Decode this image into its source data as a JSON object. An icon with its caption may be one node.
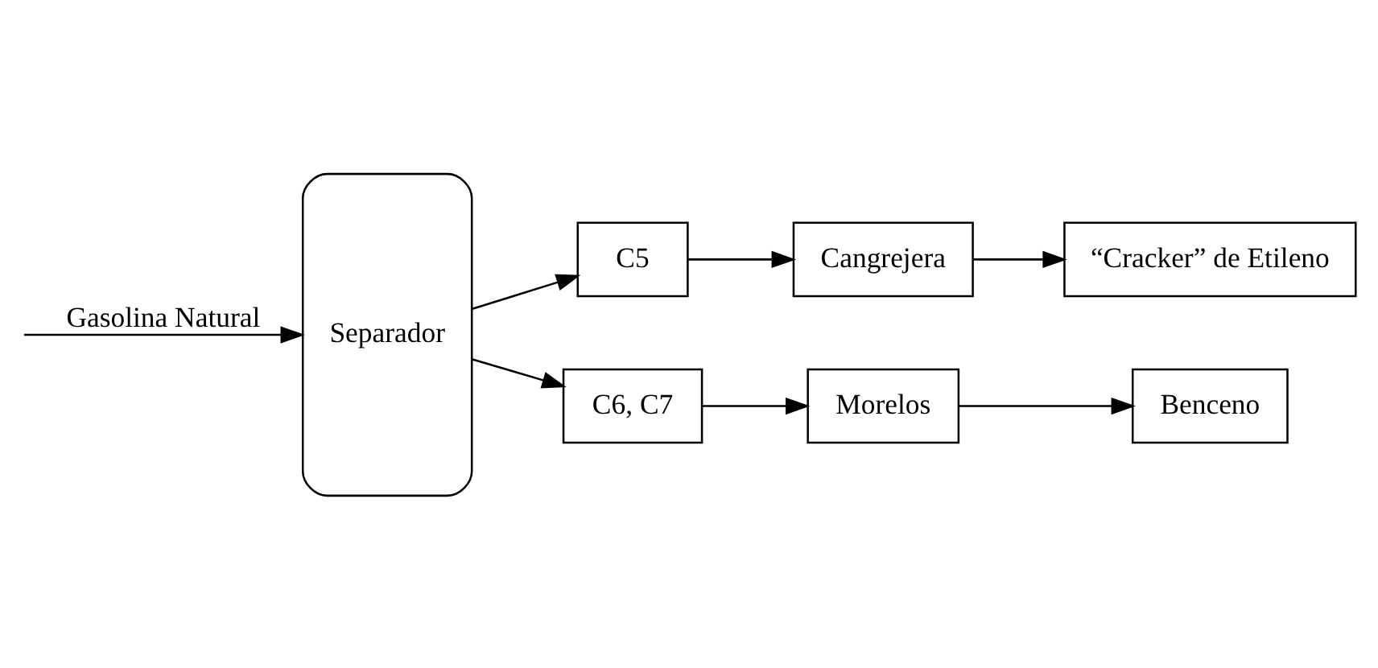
{
  "diagram": {
    "nodes": [
      {
        "text": [
          "Separador"
        ]
      },
      {
        "text": [
          "C5"
        ]
      },
      {
        "text": [
          "Cangrejera"
        ]
      },
      {
        "text": [
          "“Cracker” de Etileno"
        ]
      },
      {
        "text": [
          "C6, C7"
        ]
      },
      {
        "text": [
          "Morelos"
        ]
      },
      {
        "text": [
          "Benceno"
        ]
      }
    ],
    "edges": [
      {
        "from": null,
        "to": 0,
        "arrow": "to",
        "label": "Gasolina Natural"
      },
      {
        "from": 0,
        "to": 1,
        "arrow": "to"
      },
      {
        "from": 1,
        "to": 2,
        "arrow": "to"
      },
      {
        "from": 2,
        "to": 3,
        "arrow": "to"
      },
      {
        "from": 0,
        "to": 4,
        "arrow": "to"
      },
      {
        "from": 4,
        "to": 5,
        "arrow": "to"
      },
      {
        "from": 5,
        "to": 6,
        "arrow": "to"
      }
    ]
  }
}
